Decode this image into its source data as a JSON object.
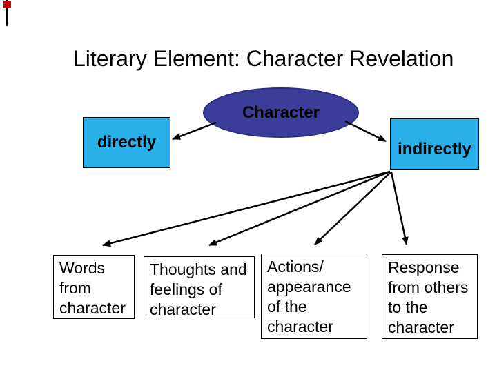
{
  "slide": {
    "title": "Literary Element: Character Revelation"
  },
  "diagram": {
    "root_label": "Character",
    "branch_left_label": "directly",
    "branch_right_label": "indirectly",
    "leaves": [
      {
        "label": "Words\nfrom\ncharacter"
      },
      {
        "label": "Thoughts and\nfeelings of\ncharacter"
      },
      {
        "label": "Actions/\nappearance\nof the\ncharacter"
      },
      {
        "label": "Response\nfrom others\nto the\ncharacter"
      }
    ]
  },
  "colors": {
    "branch_fill": "#29b0e8",
    "root_fill": "#3b3e99",
    "root_border": "#2a2d7d",
    "arrow": "#000000",
    "leaf_fill": "#ffffff",
    "leaf_border": "#000000",
    "corner_marker_red": "#cc0000",
    "corner_marker_line": "#000000",
    "text": "#000000"
  }
}
